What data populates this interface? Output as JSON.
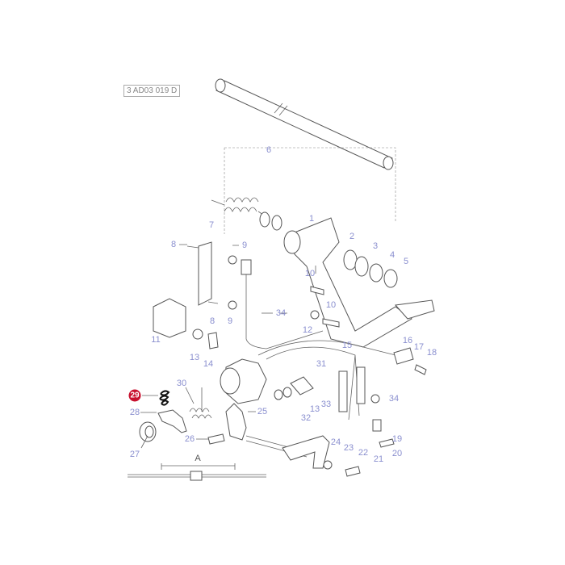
{
  "diagram_ref": "3 AD03 019 D",
  "highlight_color": "#c8102e",
  "label_color": "#8a8fcf",
  "callouts": [
    "6",
    "7",
    "1",
    "2",
    "3",
    "4",
    "5",
    "8",
    "9",
    "10",
    "8",
    "9",
    "34",
    "10",
    "12",
    "11",
    "13",
    "14",
    "15",
    "16",
    "17",
    "18",
    "31",
    "30",
    "29",
    "34",
    "33",
    "13",
    "32",
    "28",
    "25",
    "27",
    "26",
    "24",
    "23",
    "22",
    "19",
    "20",
    "21"
  ],
  "dimension_label": "A",
  "highlighted_part": "29"
}
